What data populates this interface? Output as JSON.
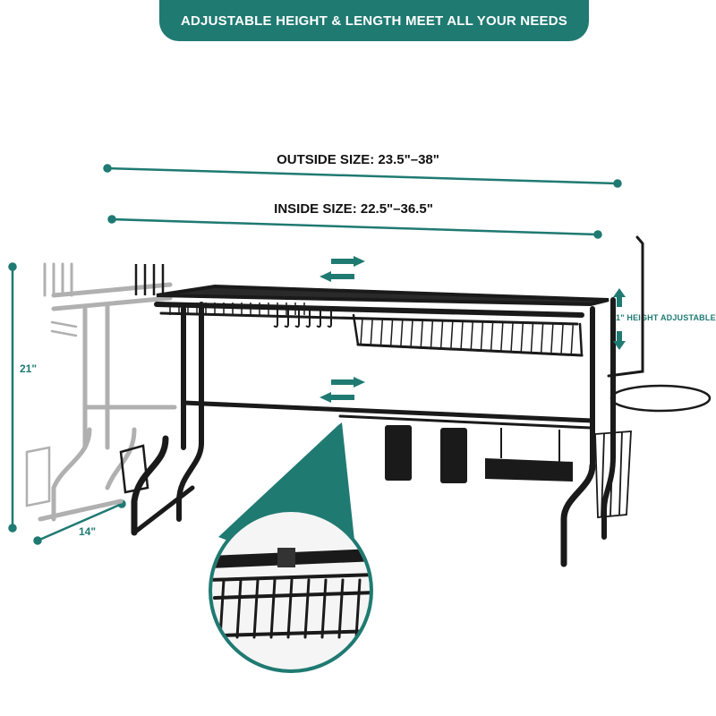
{
  "banner": {
    "title": "ADJUSTABLE HEIGHT & LENGTH MEET ALL YOUR NEEDS"
  },
  "dimensions": {
    "outside": "OUTSIDE SIZE: 23.5\"–38\"",
    "inside": "INSIDE SIZE: 22.5\"–36.5\"",
    "height": "21\"",
    "depth": "14\"",
    "height_adjust": "1\" HEIGHT ADJUSTABLE"
  },
  "colors": {
    "accent": "#1f7a72",
    "rack": "#1a1a1a",
    "ghost": "#9a9a9a"
  },
  "icons": [
    "double-arrow-icon",
    "up-arrow-icon",
    "down-arrow-icon"
  ]
}
